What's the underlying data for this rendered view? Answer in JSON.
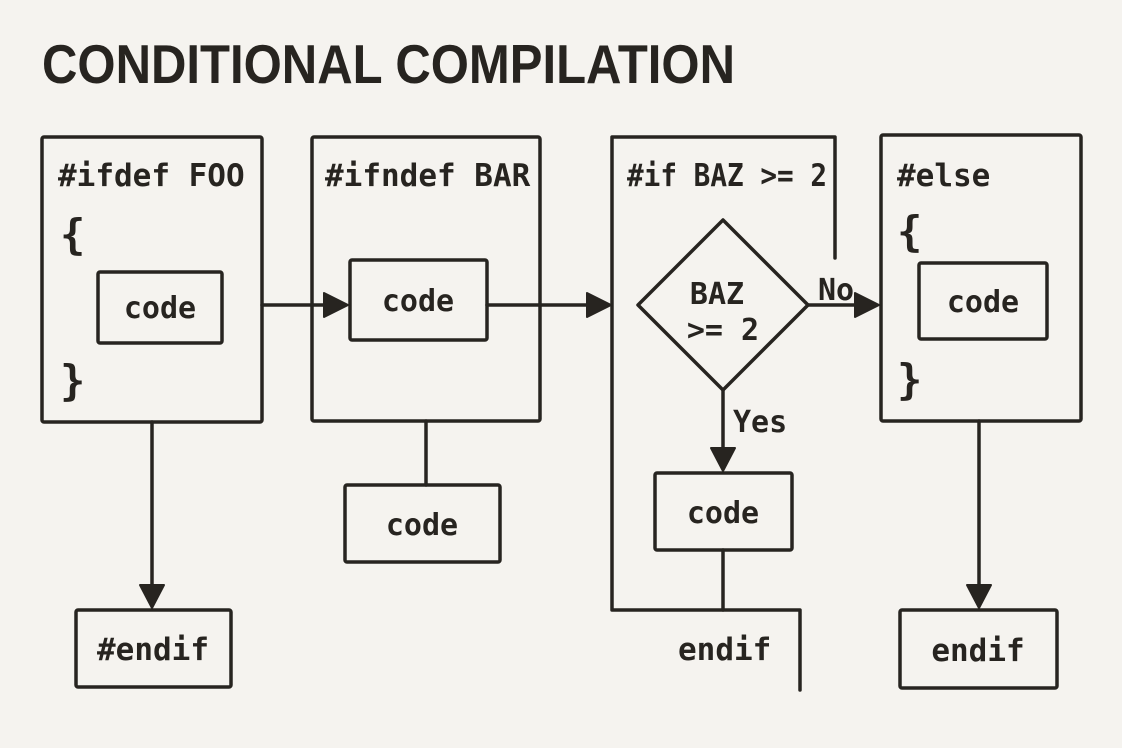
{
  "title": "CONDITIONAL COMPILATION",
  "colors": {
    "background": "#f5f3ef",
    "ink": "#272420"
  },
  "col1": {
    "header": "#ifdef FOO",
    "brace_open": "{",
    "brace_close": "}",
    "code": "code",
    "endif": "#endif"
  },
  "col2": {
    "header": "#ifndef BAR",
    "code": "code",
    "code_below": "code"
  },
  "col3": {
    "header": "#if BAZ >= 2",
    "diamond_line1": "BAZ",
    "diamond_line2": ">= 2",
    "no": "No",
    "yes": "Yes",
    "code": "code",
    "endif": "endif"
  },
  "col4": {
    "header": "#else",
    "brace_open": "{",
    "brace_close": "}",
    "code": "code",
    "endif": "endif"
  }
}
